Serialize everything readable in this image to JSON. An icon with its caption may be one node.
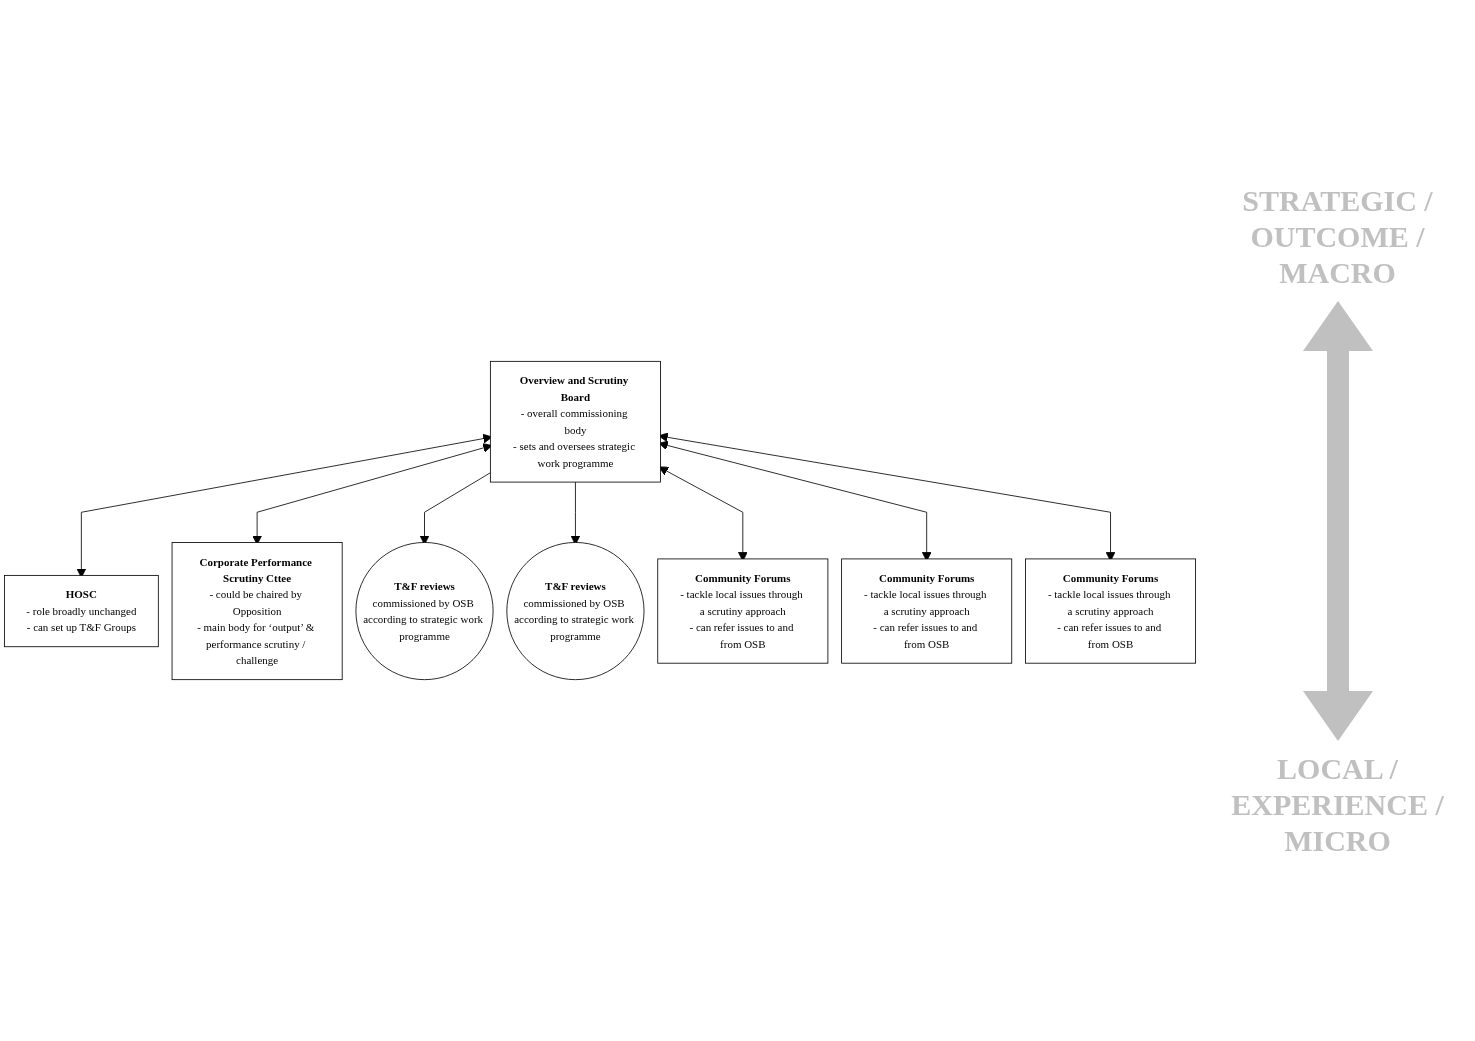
{
  "diagram": {
    "nodes": [
      {
        "text": [
          "Overview and Scrutiny Board",
          "- overall commissioning body",
          "- sets and oversees strategic work programme"
        ]
      },
      {
        "text": [
          "HOSC",
          "- role broadly unchanged",
          "- can set up T&F Groups"
        ]
      },
      {
        "text": [
          "Corporate Performance Scrutiny Cttee",
          "- could be chaired by Opposition",
          "- main body for ‘output’ & performance scrutiny / challenge"
        ]
      },
      {
        "text": [
          "T&F reviews",
          "commissioned by OSB according to strategic work programme"
        ]
      },
      {
        "text": [
          "T&F reviews",
          "commissioned by OSB according to strategic work programme"
        ]
      },
      {
        "text": [
          "Community Forums",
          "- tackle local issues through a scrutiny approach",
          "- can refer issues to and from OSB"
        ]
      },
      {
        "text": [
          "Community Forums",
          "- tackle local issues through a scrutiny approach",
          "- can refer issues to and from OSB"
        ]
      },
      {
        "text": [
          "Community Forums",
          "- tackle local issues through a scrutiny approach",
          "- can refer issues to and from OSB"
        ]
      }
    ],
    "edges": [
      {
        "from": 0,
        "to": 1,
        "arrow": "both"
      },
      {
        "from": 0,
        "to": 2,
        "arrow": "both"
      },
      {
        "from": 0,
        "to": 3,
        "arrow": "to"
      },
      {
        "from": 0,
        "to": 4,
        "arrow": "to"
      },
      {
        "from": 0,
        "to": 5,
        "arrow": "both"
      },
      {
        "from": 0,
        "to": 6,
        "arrow": "both"
      },
      {
        "from": 0,
        "to": 7,
        "arrow": "both"
      }
    ],
    "labels": [
      "STRATEGIC / OUTCOME / MACRO",
      "LOCAL / EXPERIENCE / MICRO"
    ]
  }
}
